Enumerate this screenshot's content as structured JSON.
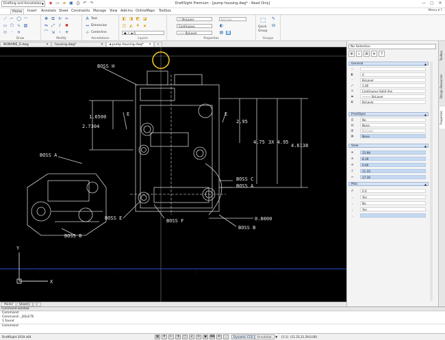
{
  "window": {
    "workspace": "Drafting and Annotation",
    "title": "DraftSight Premium - [pump housing.dwg* - Read Only]",
    "menu_label": "Menu",
    "help": "?"
  },
  "ribbon": {
    "tabs": [
      "Home",
      "Insert",
      "Annotate",
      "Sheet",
      "Constraints",
      "Manage",
      "View",
      "Add-Ins",
      "OnlineMaps",
      "Toolbox"
    ],
    "groups": {
      "draw": "Draw",
      "modify": "Modify",
      "annotations": "Annotations",
      "layers": "Layers",
      "properties": "Properties",
      "groups": "Groups"
    },
    "annotations": {
      "text": "Text",
      "dimension": "Dimension",
      "centerline": "Centerline"
    },
    "properties": {
      "layer_color": "ByLayer",
      "linestyle": "Continuous",
      "linestyle_sample": "Solid line",
      "lineweight": "ByLayer",
      "color": "ByColor",
      "layer_value": "0"
    },
    "quick_group": "Quick\nGroup"
  },
  "doc_tabs": [
    "NONAME_0.dwg",
    "housing.dwg*",
    "pump housing.dwg*"
  ],
  "drawing": {
    "labels": {
      "boss_h": "BOSS H",
      "boss_a": "BOSS A",
      "boss_b1": "BOSS B",
      "boss_e": "BOSS E",
      "boss_f": "BOSS F",
      "boss_c": "BOSS C",
      "boss_a2": "BOSS A",
      "boss_b2": "BOSS B",
      "e_left": "E",
      "e_right": "E",
      "d1": "1.6500",
      "d2": "2.7304",
      "d3": "2.95",
      "d4": "4.75",
      "d5": "3X 4.95",
      "d6": "4.6138",
      "d7": "0.8000"
    },
    "ucs": {
      "x": "X",
      "y": "Y"
    }
  },
  "model_tabs": [
    "Model",
    "Sheet1"
  ],
  "properties_panel": {
    "selection": "No Selection",
    "section_general": "General",
    "general_rows": [
      "",
      "0",
      "ByLayer",
      "1.00",
      "Continuous    Solid line",
      "———  ByLayer",
      "ByLayer"
    ],
    "section_printstyle": "PrintStyle",
    "printstyle_rows": [
      "No",
      "None",
      "ByColor",
      "None"
    ],
    "section_view": "View",
    "view_rows": [
      "15.96",
      "8.39",
      "0.00",
      "11.35",
      "17.30"
    ],
    "section_misc": "Misc",
    "misc_rows": [
      "0.0",
      "Yes",
      "No",
      "Yes",
      ""
    ]
  },
  "side_tabs": [
    "Toolbox",
    "Design Resources",
    "Properties"
  ],
  "command_window": {
    "header": "Command window",
    "lines": [
      "Command:",
      "Command: _DELETE",
      "1 found",
      "Command"
    ]
  },
  "status_bar": {
    "version": "DraftSight 2019 x64",
    "dynamic_ccs": "Dynamic CCS",
    "annotation_scale": "Annotation",
    "scale": "(1:1)",
    "coords": "(11.25,11.29,0.00)"
  }
}
